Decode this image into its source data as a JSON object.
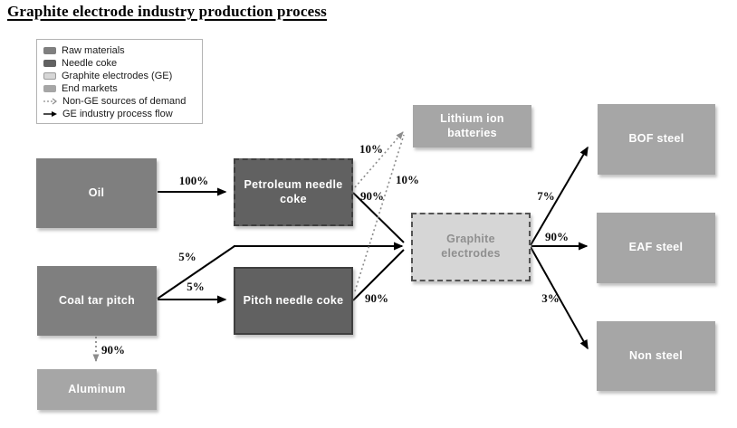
{
  "title": "Graphite electrode industry production process",
  "legend": {
    "items": [
      {
        "label": "Raw materials"
      },
      {
        "label": "Needle coke"
      },
      {
        "label": "Graphite electrodes (GE)"
      },
      {
        "label": "End markets"
      },
      {
        "label": "Non-GE sources of demand"
      },
      {
        "label": "GE industry process flow"
      }
    ]
  },
  "nodes": {
    "oil": {
      "label": "Oil"
    },
    "coal_tar_pitch": {
      "label": "Coal tar pitch"
    },
    "petroleum_needle_coke": {
      "label": "Petroleum needle coke"
    },
    "pitch_needle_coke": {
      "label": "Pitch needle coke"
    },
    "lithium_ion_batteries": {
      "label": "Lithium ion batteries"
    },
    "graphite_electrodes": {
      "label": "Graphite electrodes"
    },
    "bof_steel": {
      "label": "BOF steel"
    },
    "eaf_steel": {
      "label": "EAF steel"
    },
    "non_steel": {
      "label": "Non steel"
    },
    "aluminum": {
      "label": "Aluminum"
    }
  },
  "edges": {
    "oil_to_petroleum_needle_coke": {
      "label": "100%"
    },
    "coal_tar_pitch_to_graphite_electrodes": {
      "label": "5%"
    },
    "coal_tar_pitch_to_pitch_needle_coke": {
      "label": "5%"
    },
    "coal_tar_pitch_to_aluminum": {
      "label": "90%"
    },
    "petroleum_needle_coke_to_lithium": {
      "label": "10%"
    },
    "petroleum_needle_coke_to_graphite": {
      "label": "90%"
    },
    "pitch_needle_coke_to_lithium": {
      "label": "10%"
    },
    "pitch_needle_coke_to_graphite": {
      "label": "90%"
    },
    "graphite_to_bof_steel": {
      "label": "7%"
    },
    "graphite_to_eaf_steel": {
      "label": "90%"
    },
    "graphite_to_non_steel": {
      "label": "3%"
    }
  },
  "colors": {
    "raw_materials": "#7f7f7f",
    "needle_coke": "#616161",
    "graphite_electrodes": "#d6d6d6",
    "end_markets": "#a6a6a6",
    "ge_flow_arrow": "#000000",
    "non_ge_arrow": "#8c8c8c"
  }
}
